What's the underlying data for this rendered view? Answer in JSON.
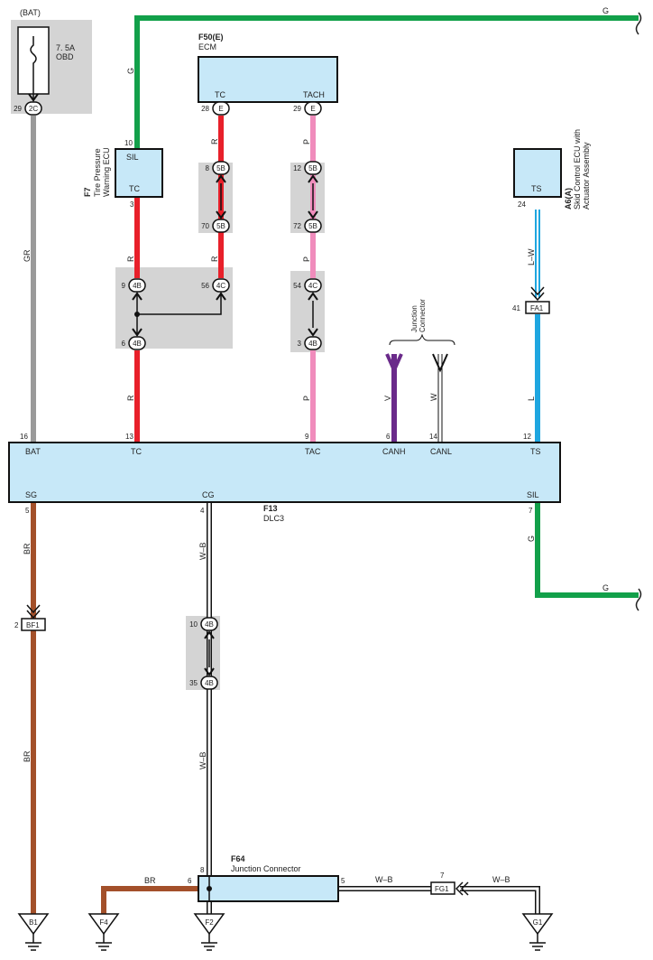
{
  "title": "",
  "fuse": {
    "source": "(BAT)",
    "rating": "7. 5A",
    "name": "OBD"
  },
  "ecm": {
    "code": "F50(E)",
    "name": "ECM",
    "pin_tc": "TC",
    "pin_tach": "TACH",
    "conn": "E"
  },
  "tpecu": {
    "code": "F7",
    "name1": "Tire Pressure",
    "name2": "Warning ECU",
    "pin_sil": "SIL",
    "pin_tc": "TC"
  },
  "skid": {
    "code": "A6(A)",
    "name1": "Skid Control ECU with",
    "name2": "Actuator Assembly",
    "pin": "TS",
    "conn": "A"
  },
  "jc_top": {
    "name1": "Junction",
    "name2": "Connector"
  },
  "dlc3": {
    "code": "F13",
    "name": "DLC3",
    "top_pins": [
      "BAT",
      "TC",
      "TAC",
      "CANH",
      "CANL",
      "TS"
    ],
    "top_nums": [
      "16",
      "13",
      "9",
      "6",
      "14",
      "12"
    ],
    "bot_pins": [
      "SG",
      "CG",
      "SIL"
    ],
    "bot_nums": [
      "5",
      "4",
      "7"
    ]
  },
  "f64": {
    "code": "F64",
    "name": "Junction Connector",
    "pin_left": "6",
    "pin_top": "8",
    "pin_right": "5"
  },
  "connectors": [
    {
      "id": "2C",
      "num": "29"
    },
    {
      "id": "E",
      "num": "28"
    },
    {
      "id": "E",
      "num": "29"
    },
    {
      "id": "5B",
      "num": "8"
    },
    {
      "id": "5B",
      "num": "70"
    },
    {
      "id": "5B",
      "num": "12"
    },
    {
      "id": "5B",
      "num": "72"
    },
    {
      "id": "4B",
      "num": "9"
    },
    {
      "id": "4C",
      "num": "56"
    },
    {
      "id": "4B",
      "num": "6"
    },
    {
      "id": "4C",
      "num": "54"
    },
    {
      "id": "4B",
      "num": "3"
    },
    {
      "id": "4B",
      "num": "10"
    },
    {
      "id": "4B",
      "num": "35"
    }
  ],
  "pins": {
    "tp_sil": "10",
    "tp_tc": "3",
    "fa1": "41",
    "bf1": "2",
    "fg1": "7",
    "skid": "24"
  },
  "inline": {
    "fa1": "FA1",
    "bf1": "BF1",
    "fg1": "FG1"
  },
  "grounds": [
    "B1",
    "F4",
    "F2",
    "G1"
  ],
  "wire_labels": {
    "g": "G",
    "gr": "GR",
    "r": "R",
    "p": "P",
    "v": "V",
    "w": "W",
    "lw": "L–W",
    "l": "L",
    "br": "BR",
    "wb": "W–B"
  },
  "colors": {
    "green": "#12a04a",
    "gray": "#9a9a9a",
    "red": "#e8202a",
    "pink": "#f08cbc",
    "purple": "#6a2a8a",
    "blue": "#1ea6e0",
    "brown": "#a3502a",
    "ecu_fill": "#c7e8f8",
    "shade": "#d4d4d4"
  }
}
